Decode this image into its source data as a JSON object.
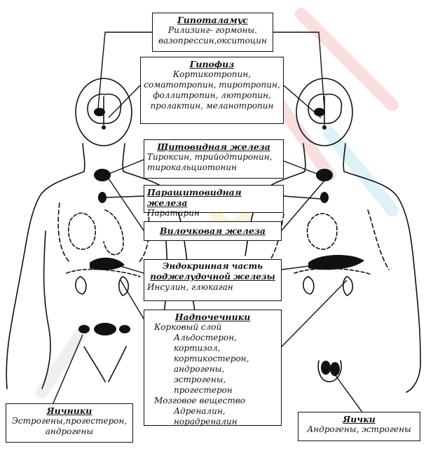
{
  "hypothalamus": {
    "title": "Гипоталамус",
    "lines": [
      "Рилизинг- гормоны.",
      "вазопрессин,окситоцин"
    ]
  },
  "pituitary": {
    "title": "Гипофиз",
    "lines": [
      "Кортикотропин,",
      "соматотропин, тиротропин,",
      "фоллитропин, лютропин,",
      "пролактин, меланотропин"
    ]
  },
  "thyroid": {
    "title": "Щитовидная железа",
    "lines": [
      "Тироксин, трийодтиронин,",
      "тирокальциотонин"
    ]
  },
  "parathyroid": {
    "title": "Паращитовидная железа",
    "lines": [
      "Паратирин"
    ]
  },
  "thymus": {
    "title": "Вилочковая железа"
  },
  "pancreas": {
    "title_lines": [
      "Эндокринная часть",
      "поджелудочной железы"
    ],
    "lines": [
      "Инсулин, глюкаган"
    ]
  },
  "adrenal": {
    "title": "Надпочечники",
    "lines": [
      "Корковый слой",
      "Альдостерон,",
      "кортизол,",
      "кортикостерон,",
      "андрогены,",
      "эстрогены,",
      "прогестерон",
      "Мозговое вещество",
      "Адреналин,",
      "норадреналин"
    ]
  },
  "ovaries": {
    "title": "Яичники",
    "lines": [
      "Эстрогены,прогестерон,",
      "андрогены"
    ]
  },
  "testes": {
    "title": "Яички",
    "lines": [
      "Андрогены, эстрогены"
    ]
  }
}
